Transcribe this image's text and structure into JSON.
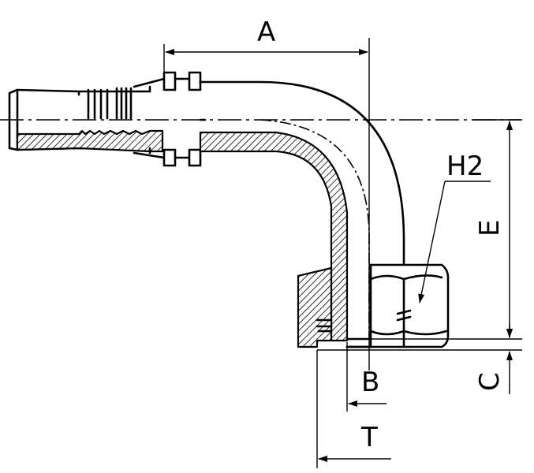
{
  "labels": {
    "a": "A",
    "b": "B",
    "c": "C",
    "e": "E",
    "t": "T",
    "h2": "H2"
  },
  "colors": {
    "line": "#000000",
    "background": "#ffffff"
  }
}
